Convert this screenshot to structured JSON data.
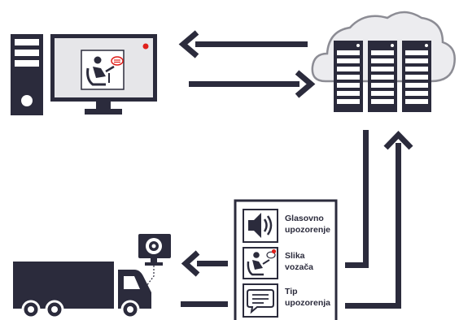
{
  "colors": {
    "ink": "#2b2b3c",
    "alert_red": "#e0201b",
    "light_gray": "#e8e8ea",
    "mid_gray": "#bcbcc2",
    "cloud_fill": "#ececef",
    "cloud_stroke": "#8c8c94",
    "white": "#ffffff"
  },
  "panel": {
    "items": [
      {
        "icon": "speaker-icon",
        "line1": "Glasovno",
        "line2": "upozorenje"
      },
      {
        "icon": "driver-photo-icon",
        "line1": "Slika",
        "line2": "vozača"
      },
      {
        "icon": "message-icon",
        "line1": "Tip",
        "line2": "upozorenja"
      }
    ]
  }
}
